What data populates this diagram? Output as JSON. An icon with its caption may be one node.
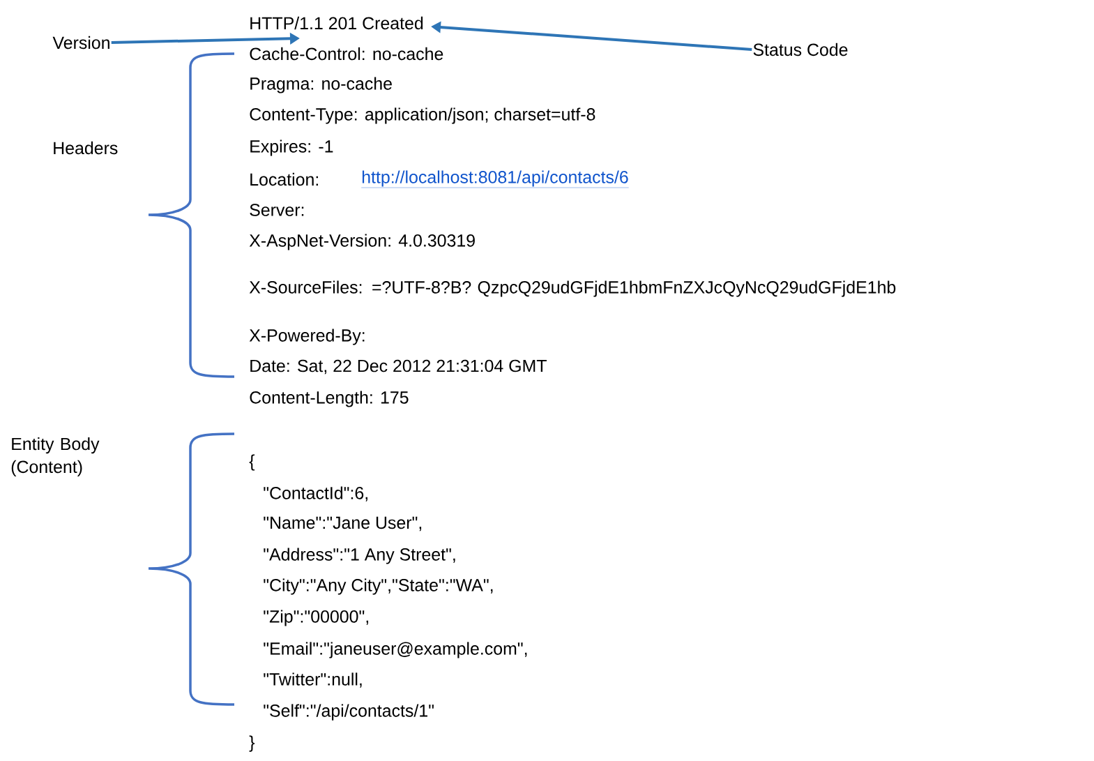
{
  "diagram": {
    "nodes": [
      {
        "text": [
          "Version"
        ]
      },
      {
        "text": [
          "Status Code"
        ]
      },
      {
        "text": [
          "HTTP/1.1 201 Created"
        ]
      }
    ],
    "edges": [
      {
        "from": 0,
        "to": 2,
        "arrow": "to"
      },
      {
        "from": 1,
        "to": 2,
        "arrow": "to"
      }
    ],
    "labels": [
      "Cache-Control: no-cache",
      "Pragma: no-cache",
      "Content-Type: application/json; charset=utf-8",
      "Headers",
      "Expires: -1",
      "Location:",
      "http://localhost:8081/api/contacts/6",
      "Server:",
      "X-AspNet-Version: 4.0.30319",
      "X-SourceFiles: =?UTF-8?B? QzpcQ29udGFjdE1hbmFnZXJcQyNcQ29udGFjdE1hb",
      "X-Powered-By:",
      "Date: Sat, 22 Dec 2012 21:31:04 GMT",
      "Content-Length: 175",
      "Entity Body (Content)",
      "{",
      "\"ContactId\":6,",
      "\"Name\":\"Jane User\",",
      "\"Address\":\"1 Any Street\",",
      "\"City\":\"Any City\",\"State\":\"WA\",",
      "\"Zip\":\"00000\",",
      "\"Email\":\"janeuser@example.com\",",
      "\"Twitter\":null,",
      "\"Self\":\"/api/contacts/1\"",
      "}"
    ]
  }
}
